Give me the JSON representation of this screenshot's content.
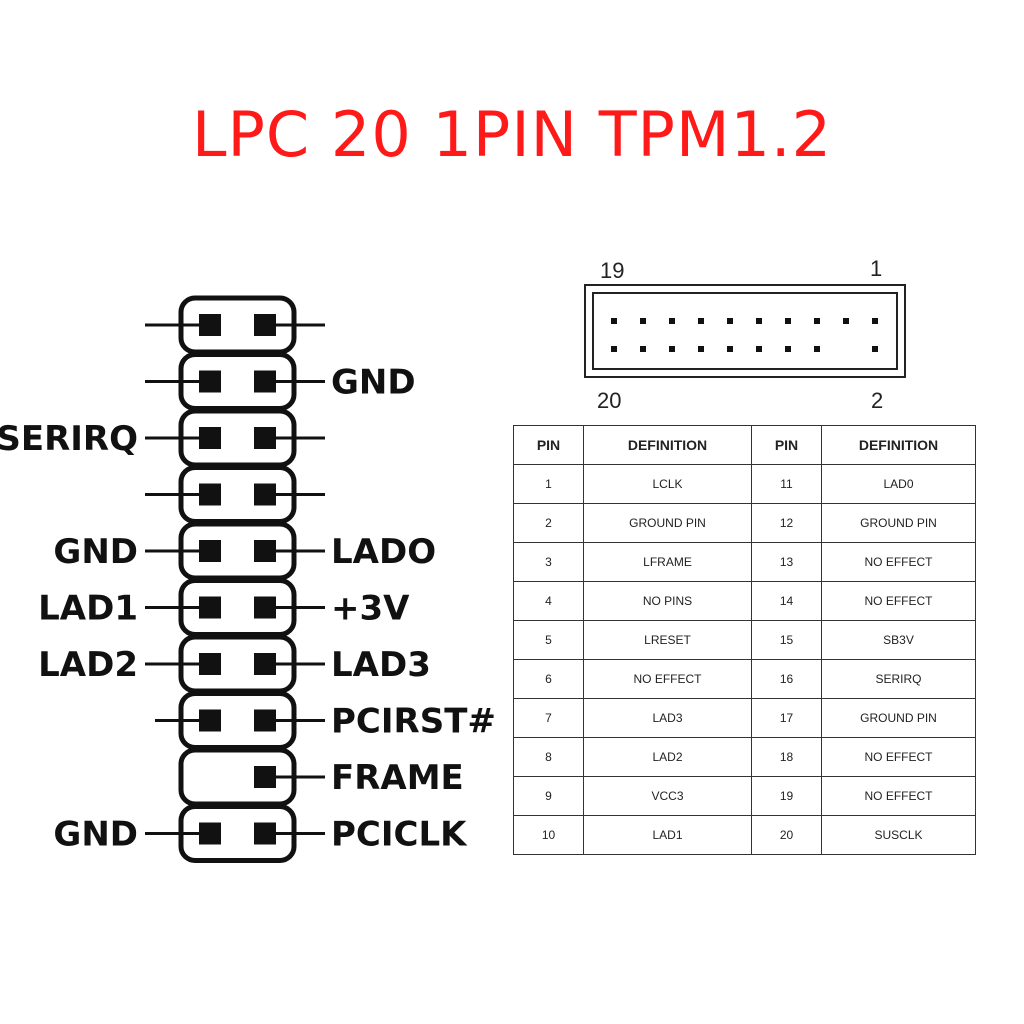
{
  "title": "LPC 20 1PIN TPM1.2",
  "header_diagram": {
    "top_left": "19",
    "top_right": "1",
    "bottom_left": "20",
    "bottom_right": "2",
    "top_row_pins": 10,
    "bottom_row_pins": [
      true,
      true,
      true,
      true,
      true,
      true,
      true,
      true,
      false,
      true
    ]
  },
  "pinout": {
    "rows": [
      {
        "left": "",
        "right": "",
        "left_pin": true,
        "left_line": true,
        "right_line": true
      },
      {
        "left": "",
        "right": "GND",
        "left_pin": true,
        "left_line": true,
        "right_line": true
      },
      {
        "left": "SERIRQ",
        "right": "",
        "left_pin": true,
        "left_line": true,
        "right_line": true
      },
      {
        "left": "",
        "right": "",
        "left_pin": true,
        "left_line": true,
        "right_line": true
      },
      {
        "left": "GND",
        "right": "LADO",
        "left_pin": true,
        "left_line": true,
        "right_line": true
      },
      {
        "left": "LAD1",
        "right": "+3V",
        "left_pin": true,
        "left_line": true,
        "right_line": true
      },
      {
        "left": "LAD2",
        "right": "LAD3",
        "left_pin": true,
        "left_line": true,
        "right_line": true
      },
      {
        "left": "",
        "right": "PCIRST#",
        "left_pin": true,
        "left_line": true,
        "right_line": true
      },
      {
        "left": "",
        "right": "FRAME",
        "left_pin": false,
        "left_line": false,
        "right_line": true
      },
      {
        "left": "GND",
        "right": "PCICLK",
        "left_pin": true,
        "left_line": true,
        "right_line": true
      }
    ]
  },
  "table": {
    "headers": [
      "PIN",
      "DEFINITION",
      "PIN",
      "DEFINITION"
    ],
    "rows": [
      [
        "1",
        "LCLK",
        "11",
        "LAD0"
      ],
      [
        "2",
        "GROUND PIN",
        "12",
        "GROUND PIN"
      ],
      [
        "3",
        "LFRAME",
        "13",
        "NO EFFECT"
      ],
      [
        "4",
        "NO PINS",
        "14",
        "NO EFFECT"
      ],
      [
        "5",
        "LRESET",
        "15",
        "SB3V"
      ],
      [
        "6",
        "NO EFFECT",
        "16",
        "SERIRQ"
      ],
      [
        "7",
        "LAD3",
        "17",
        "GROUND PIN"
      ],
      [
        "8",
        "LAD2",
        "18",
        "NO EFFECT"
      ],
      [
        "9",
        "VCC3",
        "19",
        "NO EFFECT"
      ],
      [
        "10",
        "LAD1",
        "20",
        "SUSCLK"
      ]
    ]
  }
}
